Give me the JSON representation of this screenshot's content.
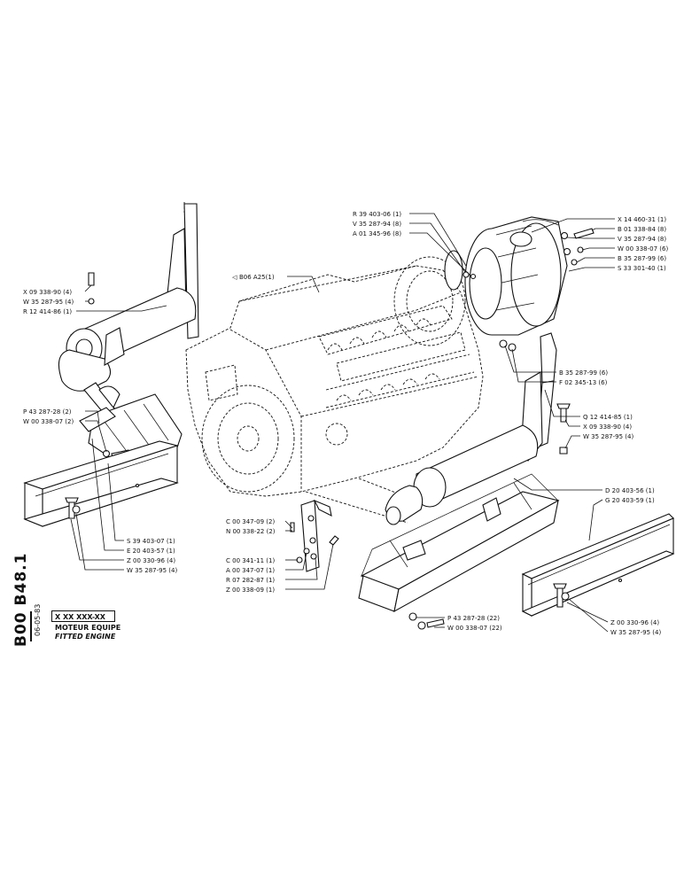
{
  "sheet": {
    "code": "B00 B48.1",
    "date": "06-05-83",
    "ref_box": "X XX XXX-XX",
    "title_fr": "MOTEUR EQUIPE",
    "title_en": "FITTED ENGINE"
  },
  "engine_ref": "B06 A25(1)",
  "callouts_top_right": [
    "R 39 403-06 (1)",
    "V 35 287-94 (8)",
    "A 01 345-96 (8)",
    "X 14 460-31 (1)",
    "B 01 338-84 (8)",
    "V 35 287-94 (8)",
    "W 00 338-07 (6)",
    "B 35 287-99 (6)",
    "S 33 301-40 (1)",
    "B 35 287-99 (6)",
    "F 02 345-13 (6)"
  ],
  "callouts_left": [
    "X 09 338-90 (4)",
    "W 35 287-95 (4)",
    "R 12 414-86 (1)",
    "P 43 287-28 (2)",
    "W 00 338-07 (2)"
  ],
  "callouts_right": [
    "Q 12 414-85 (1)",
    "X 09 338-90 (4)",
    "W 35 287-95 (4)",
    "D 20 403-56 (1)",
    "G 20 403-59 (1)"
  ],
  "callouts_bottom_left": [
    "S 39 403-07 (1)",
    "E 20 403-57 (1)",
    "Z 00 330-96 (4)",
    "W 35 287-95 (4)"
  ],
  "callouts_bracket": [
    "C 00 347-09 (2)",
    "N 00 338-22 (2)",
    "C 00 341-11 (1)",
    "A 00 347-07 (1)",
    "R 07 282-87 (1)",
    "Z 00 338-09 (1)"
  ],
  "callouts_bottom_right": [
    "P 43 287-28 (22)",
    "W 00 338-07 (22)",
    "Z 00 330-96 (4)",
    "W 35 287-95 (4)"
  ]
}
